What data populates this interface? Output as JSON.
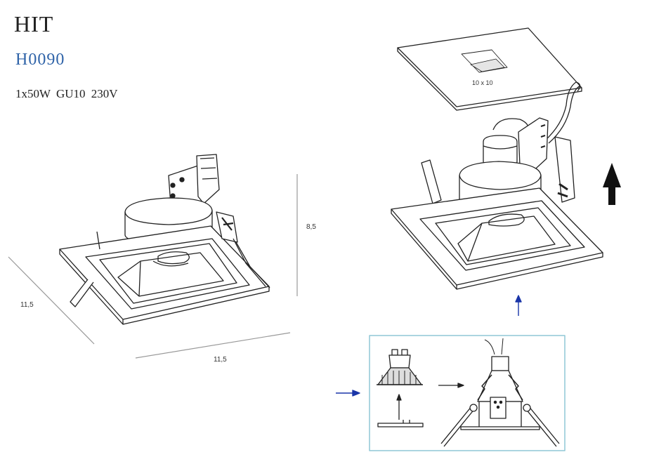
{
  "header": {
    "title": "HIT",
    "product_code": "H0090",
    "specs": "1x50W  GU10  230V"
  },
  "dimensions": {
    "depth": "11,5",
    "width": "11,5",
    "height": "8,5",
    "cutout_label": "10 x 10"
  },
  "colors": {
    "title": "#222222",
    "code": "#2f63a8",
    "arrow_blue": "#1a35a8",
    "panel_border": "#8fc7d6",
    "line": "#222222"
  }
}
